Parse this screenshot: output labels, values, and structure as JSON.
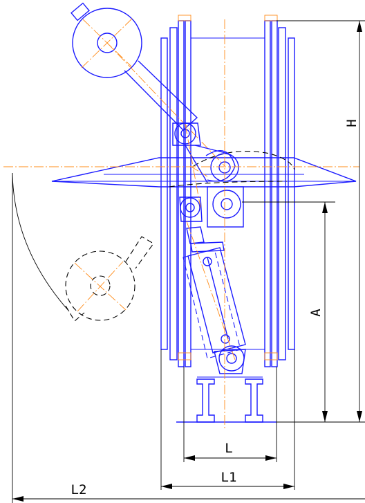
{
  "dimensions": {
    "H": "H",
    "A": "A",
    "L": "L",
    "L1": "L1",
    "L2": "L2"
  },
  "colors": {
    "outline": "#1a1aff",
    "centerline": "#ff8c1a",
    "dimension": "#000000",
    "background": "#ffffff"
  }
}
